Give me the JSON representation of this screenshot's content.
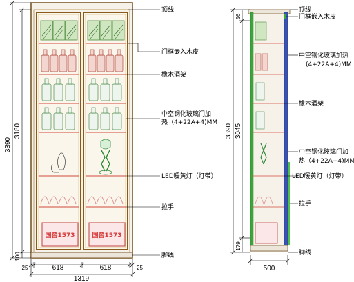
{
  "front_view": {
    "labels": {
      "top_trim": "顶线",
      "frame_leather": "门框嵌入木皮",
      "oak_rack": "橡木酒架",
      "glass_door": "中空钢化玻璃门加热（4+22A+4)MM",
      "led_light": "LED暖黄灯（灯带）",
      "handle": "拉手",
      "foot_trim": "脚线"
    },
    "brand_text": "国窖1573",
    "dims": {
      "total_height": "3390",
      "inner_height": "3180",
      "foot_height": "100",
      "side_left": "25",
      "door_left": "618",
      "door_right": "618",
      "side_right": "25",
      "total_width": "1319"
    }
  },
  "side_view": {
    "labels": {
      "top_trim": "顶线",
      "frame_leather": "门框嵌入木皮",
      "glass_door_line1": "中空钢化玻璃加热",
      "glass_door_line2": "(4+22A+4)MM",
      "oak_rack": "橡木酒架",
      "glass_door2_line1": "中空钢化玻璃门加",
      "glass_door2_line2": "热（4+22A+4)MM",
      "led_light": "LED暖黄灯（灯带）",
      "handle": "拉手",
      "foot_trim": "脚线"
    },
    "dims": {
      "total_height": "3390",
      "top_height": "56",
      "middle_height": "3045",
      "bottom_height": "179",
      "depth": "500"
    }
  }
}
